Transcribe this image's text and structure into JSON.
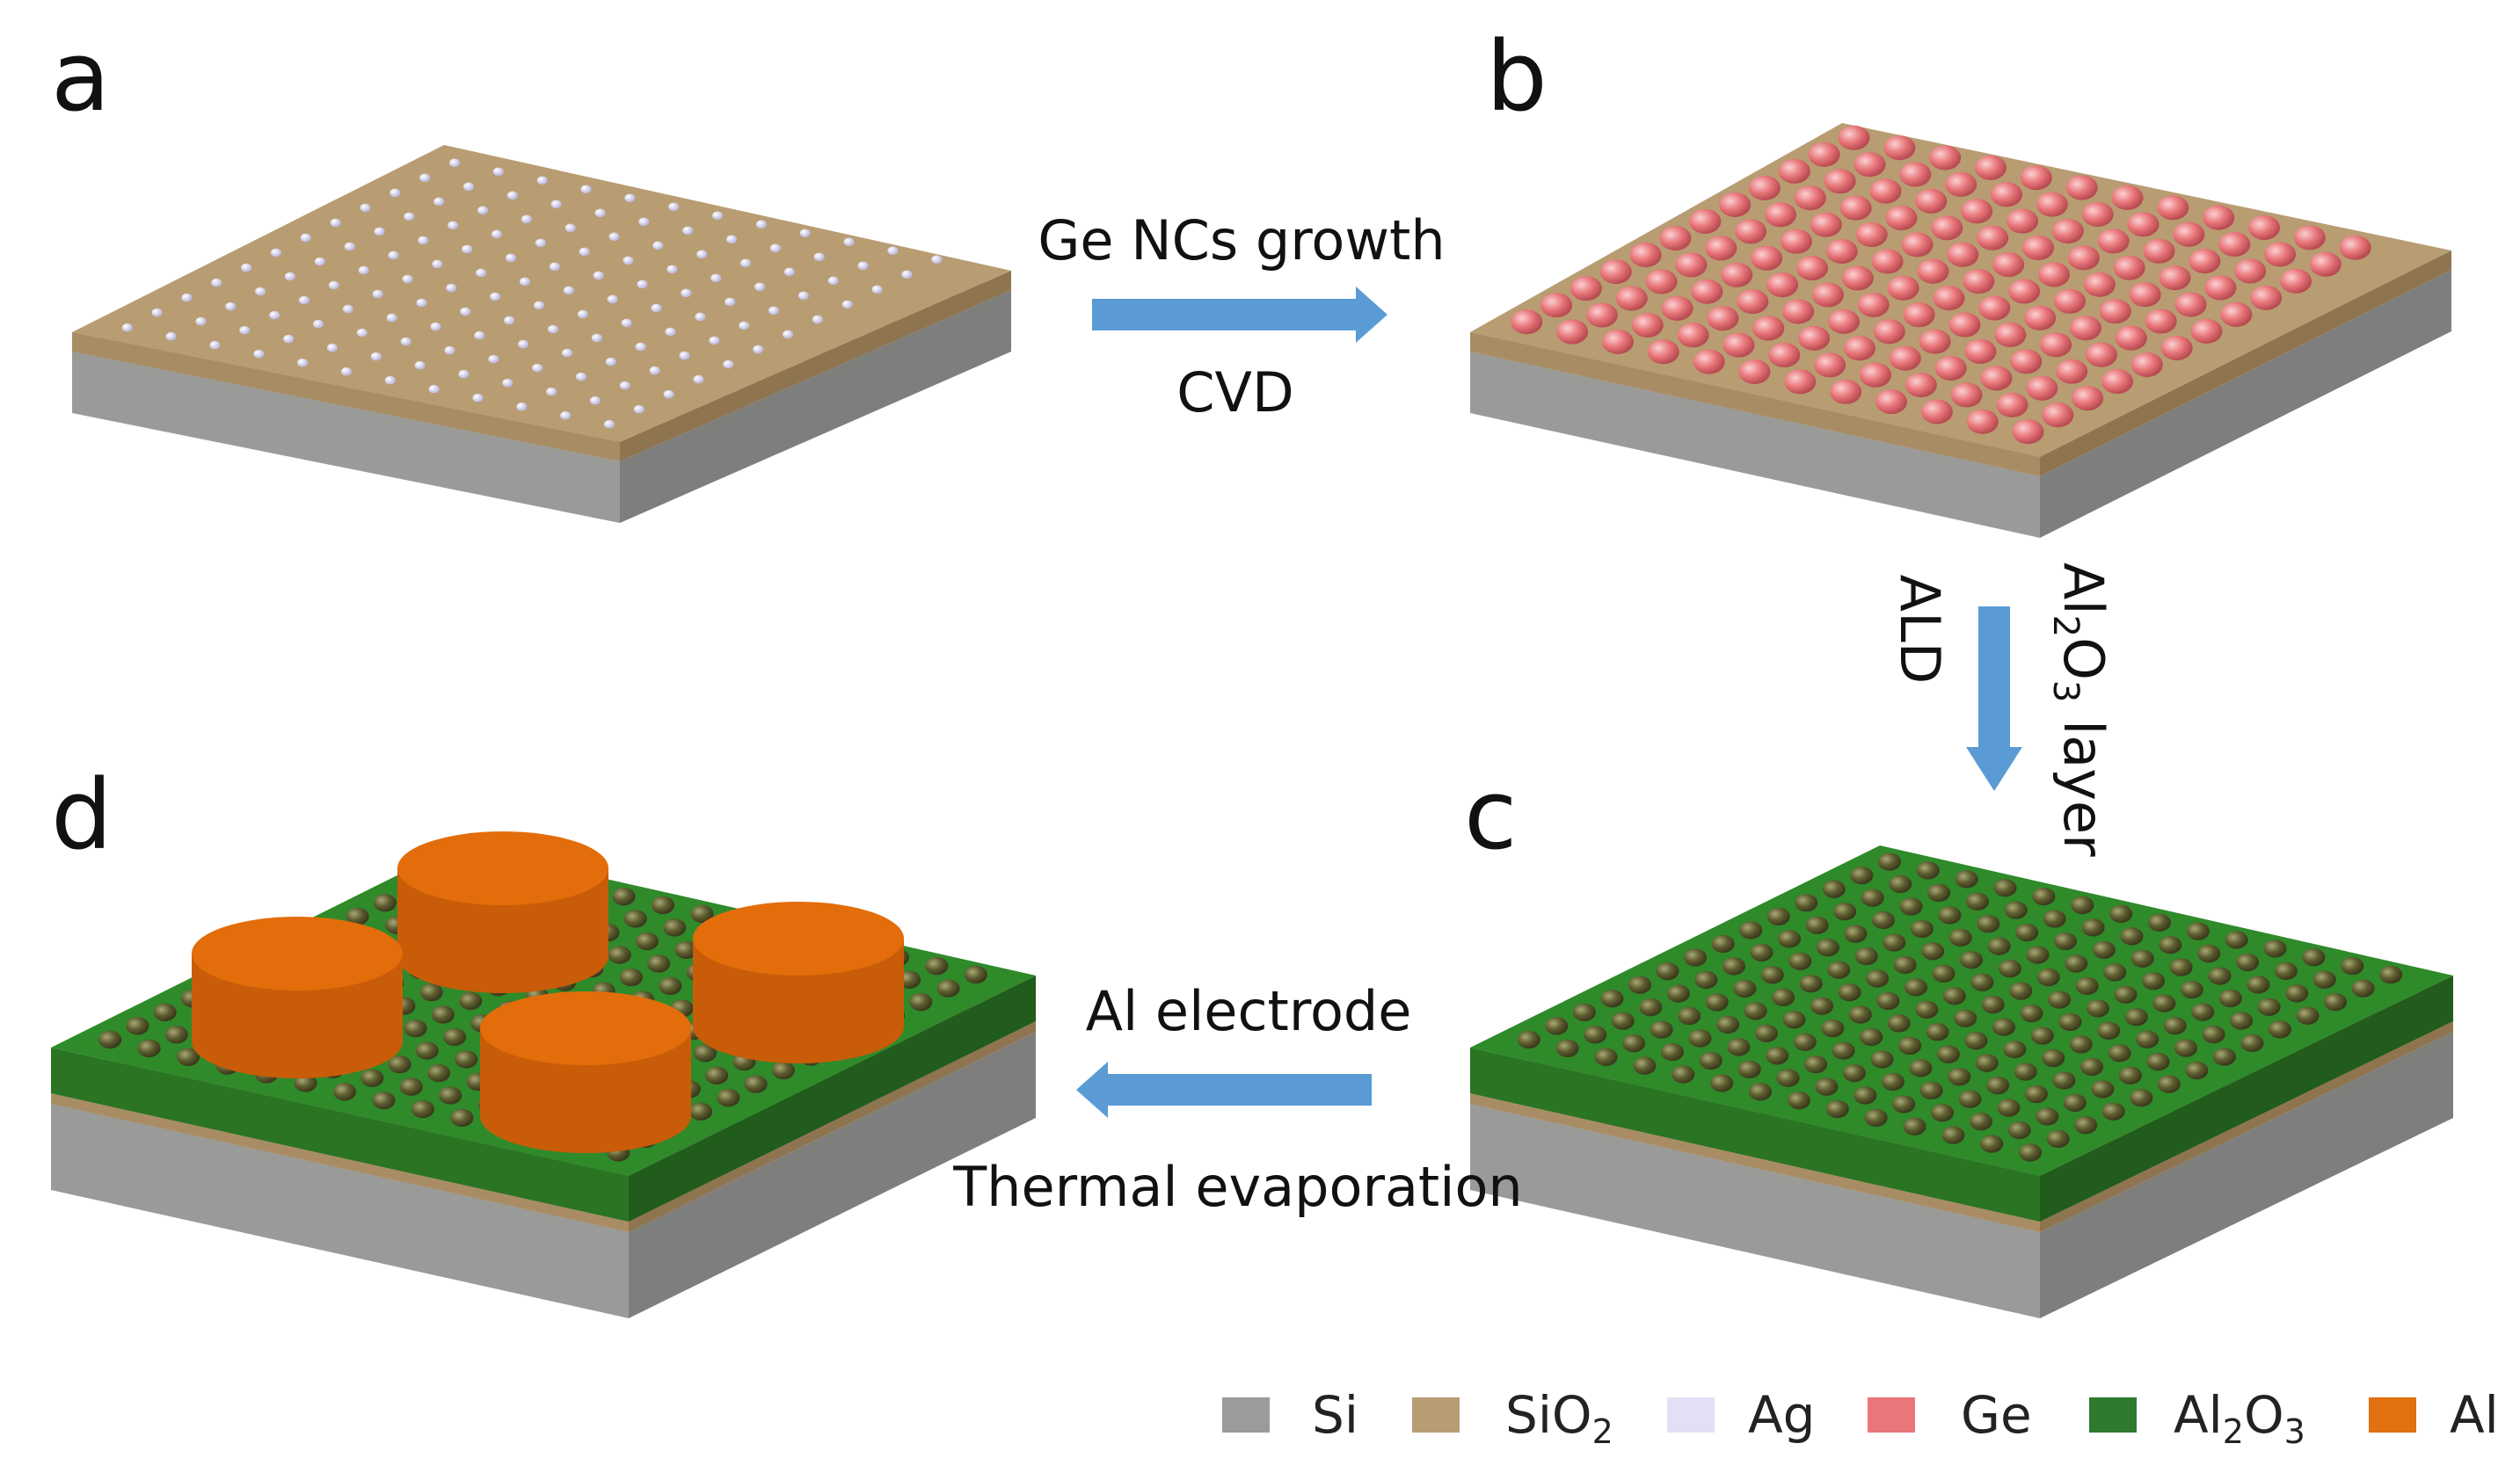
{
  "panels": {
    "a": {
      "label": "a"
    },
    "b": {
      "label": "b"
    },
    "c": {
      "label": "c"
    },
    "d": {
      "label": "d"
    }
  },
  "steps": {
    "ab": {
      "top": "Ge NCs growth",
      "bottom": "CVD"
    },
    "bc": {
      "formula_main": "Al",
      "formula_sub1": "2",
      "formula_mid": "O",
      "formula_sub2": "3",
      "formula_suffix": " layer",
      "method": "ALD"
    },
    "cd": {
      "top": "Al electrode",
      "bottom": "Thermal evaporation"
    }
  },
  "legend": [
    {
      "name": "Si",
      "sub": "",
      "tail": "",
      "color": "#9b9b99"
    },
    {
      "name": "SiO",
      "sub": "2",
      "tail": "",
      "color": "#b89d72"
    },
    {
      "name": "Ag",
      "sub": "",
      "tail": "",
      "color": "#e2e0f5"
    },
    {
      "name": "Ge",
      "sub": "",
      "tail": "",
      "color": "#e8767a"
    },
    {
      "name": "Al",
      "sub": "2",
      "tail": "O",
      "tail_sub": "3",
      "color": "#2e7a2e"
    },
    {
      "name": "Al",
      "sub": "",
      "tail": "",
      "color": "#e07010"
    }
  ],
  "colors": {
    "si_top": "#aaaaa8",
    "si_left": "#9a9a98",
    "si_right": "#7e7e7c",
    "sio2_top": "#b89d72",
    "sio2_left": "#a88d64",
    "sio2_right": "#8e7550",
    "al2o3_top": "#2f8a2a",
    "al2o3_left": "#2a7424",
    "al2o3_right": "#215c1c",
    "ag": "#e2e0f5",
    "ge": "#e8767a",
    "ge_coated": "#5d5c30",
    "al_top": "#e36d0a",
    "al_side": "#c85c08",
    "arrow": "#5b9bd5"
  }
}
